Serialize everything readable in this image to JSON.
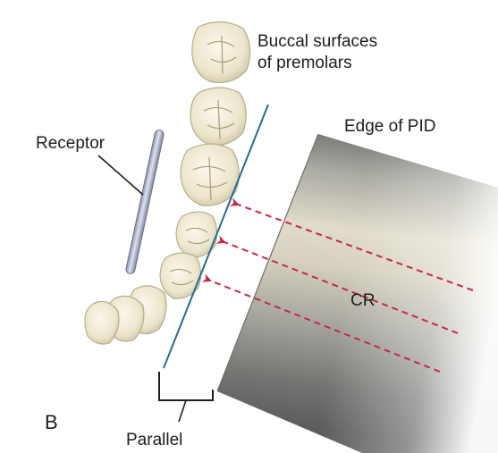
{
  "figure": {
    "panel_label": "B",
    "labels": {
      "buccal_line1": "Buccal surfaces",
      "buccal_line2": "of premolars",
      "edge_pid": "Edge of PID",
      "receptor": "Receptor",
      "cr": "CR",
      "parallel": "Parallel"
    },
    "colors": {
      "reference_line": "#1f6f8b",
      "central_ray": "#c8264a",
      "receptor": "#9ea4bd",
      "tooth": "#efe9d4",
      "pid": "#7a7a76",
      "text": "#1d1d1b"
    },
    "icons": [
      "tooth-icon",
      "receptor-icon",
      "pid-icon",
      "arrow-icon",
      "bracket-icon"
    ]
  }
}
